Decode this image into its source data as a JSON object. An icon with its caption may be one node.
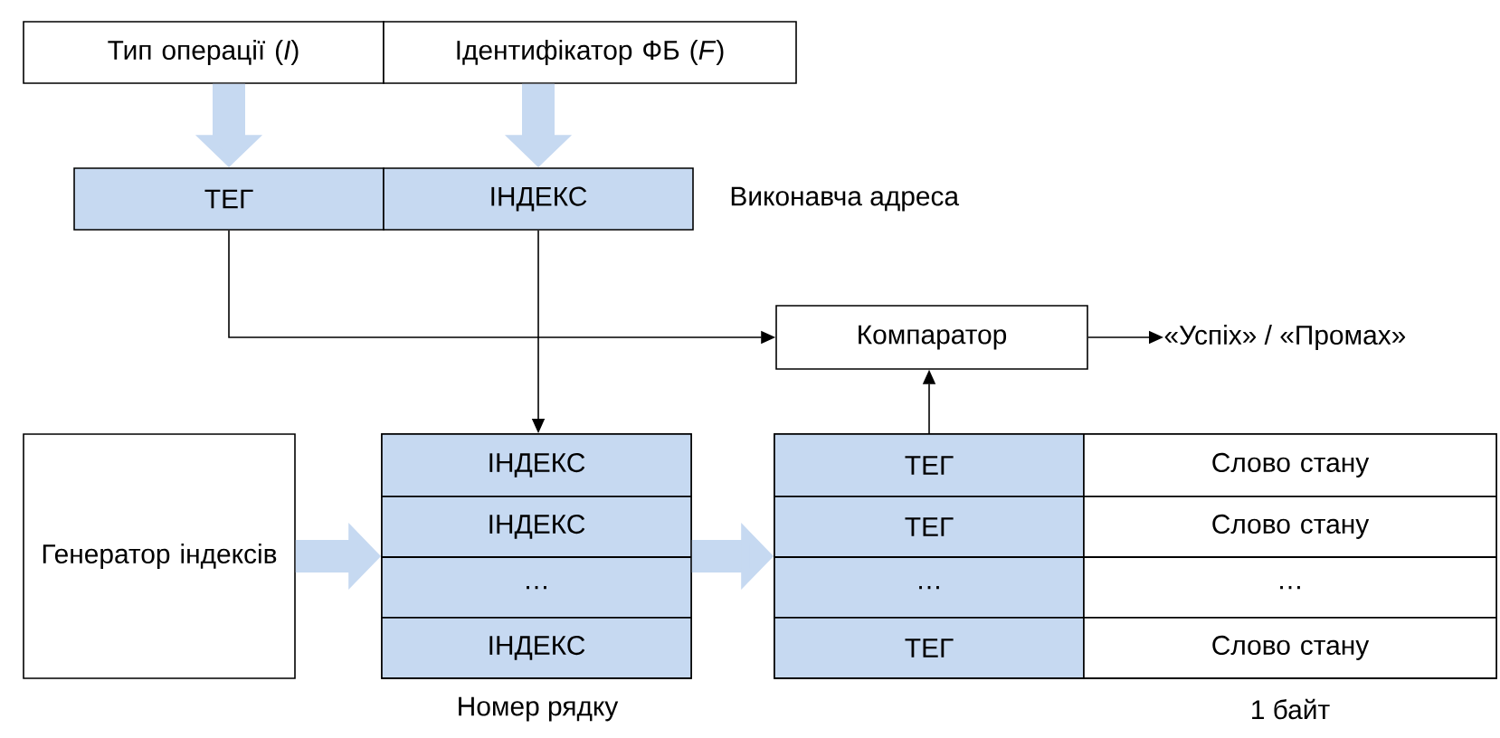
{
  "diagram": {
    "nodes": [
      {
        "text": [
          "Тип операції (*I*)"
        ]
      },
      {
        "text": [
          "Ідентифікатор ФБ (*F*)"
        ]
      },
      {
        "text": [
          "ТЕГ"
        ]
      },
      {
        "text": [
          "ІНДЕКС"
        ]
      },
      {
        "text": [
          "Компаратор"
        ]
      },
      {
        "text": [
          "«Успіх» / «Промах»"
        ]
      },
      {
        "text": [
          "Генератор індексів"
        ]
      },
      {
        "text": [],
        "shape": "box"
      },
      {
        "text": [
          "ІНДЕКС"
        ],
        "in": 7
      },
      {
        "text": [
          "ІНДЕКС"
        ],
        "in": 7
      },
      {
        "text": [
          "…"
        ],
        "in": 7
      },
      {
        "text": [
          "ІНДЕКС"
        ],
        "in": 7
      },
      {
        "text": [],
        "shape": "box"
      },
      {
        "text": [
          "ТЕГ"
        ],
        "in": 12
      },
      {
        "text": [
          "Слово стану"
        ],
        "in": 12
      },
      {
        "text": [
          "ТЕГ"
        ],
        "in": 12
      },
      {
        "text": [
          "Слово стану"
        ],
        "in": 12
      },
      {
        "text": [
          "…"
        ],
        "in": 12
      },
      {
        "text": [
          "…"
        ],
        "in": 12
      },
      {
        "text": [
          "ТЕГ"
        ],
        "in": 12
      },
      {
        "text": [
          "Слово стану"
        ],
        "in": 12
      }
    ],
    "edges": [
      {
        "from": 0,
        "to": 2,
        "arrow": "to",
        "style": "thick",
        "color": "#c6d9f1"
      },
      {
        "from": 1,
        "to": 3,
        "arrow": "to",
        "style": "thick",
        "color": "#c6d9f1"
      },
      {
        "from": 2,
        "to": 4,
        "arrow": "to",
        "color": "#000000"
      },
      {
        "from": 3,
        "to": 8,
        "arrow": "to",
        "color": "#000000"
      },
      {
        "from": 13,
        "to": 4,
        "arrow": "to",
        "color": "#000000"
      },
      {
        "from": 4,
        "to": 5,
        "arrow": "to",
        "color": "#000000"
      },
      {
        "from": 6,
        "to": 7,
        "arrow": "to",
        "style": "thick",
        "color": "#c6d9f1"
      },
      {
        "from": 7,
        "to": 12,
        "arrow": "to",
        "style": "thick",
        "color": "#c6d9f1"
      }
    ],
    "labels": [
      "Виконавча адреса",
      "Номер рядку",
      "1 байт"
    ]
  }
}
